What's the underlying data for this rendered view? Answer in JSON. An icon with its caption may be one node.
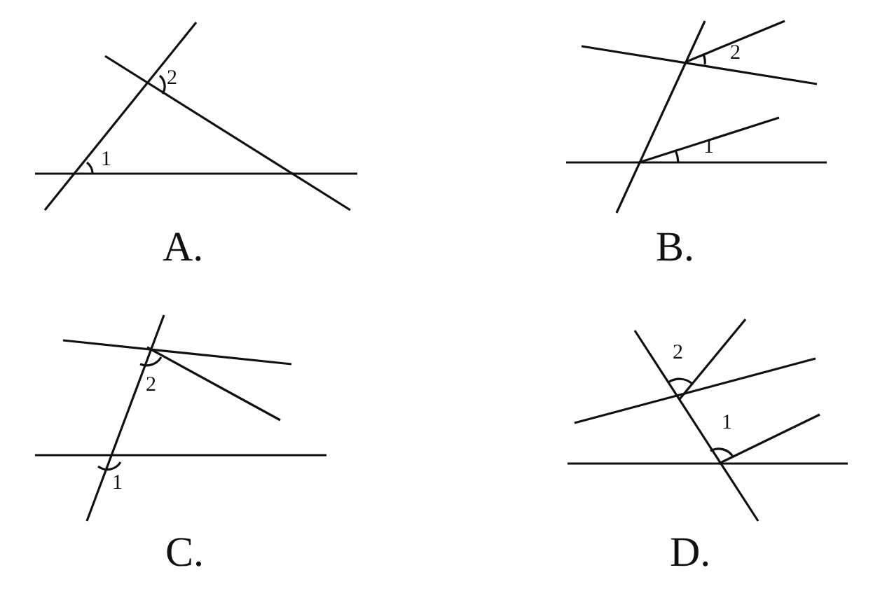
{
  "diagram": {
    "labels": [
      "2",
      "1",
      "A.",
      "2",
      "1",
      "B.",
      "2",
      "1",
      "C.",
      "2",
      "1",
      "D."
    ]
  }
}
